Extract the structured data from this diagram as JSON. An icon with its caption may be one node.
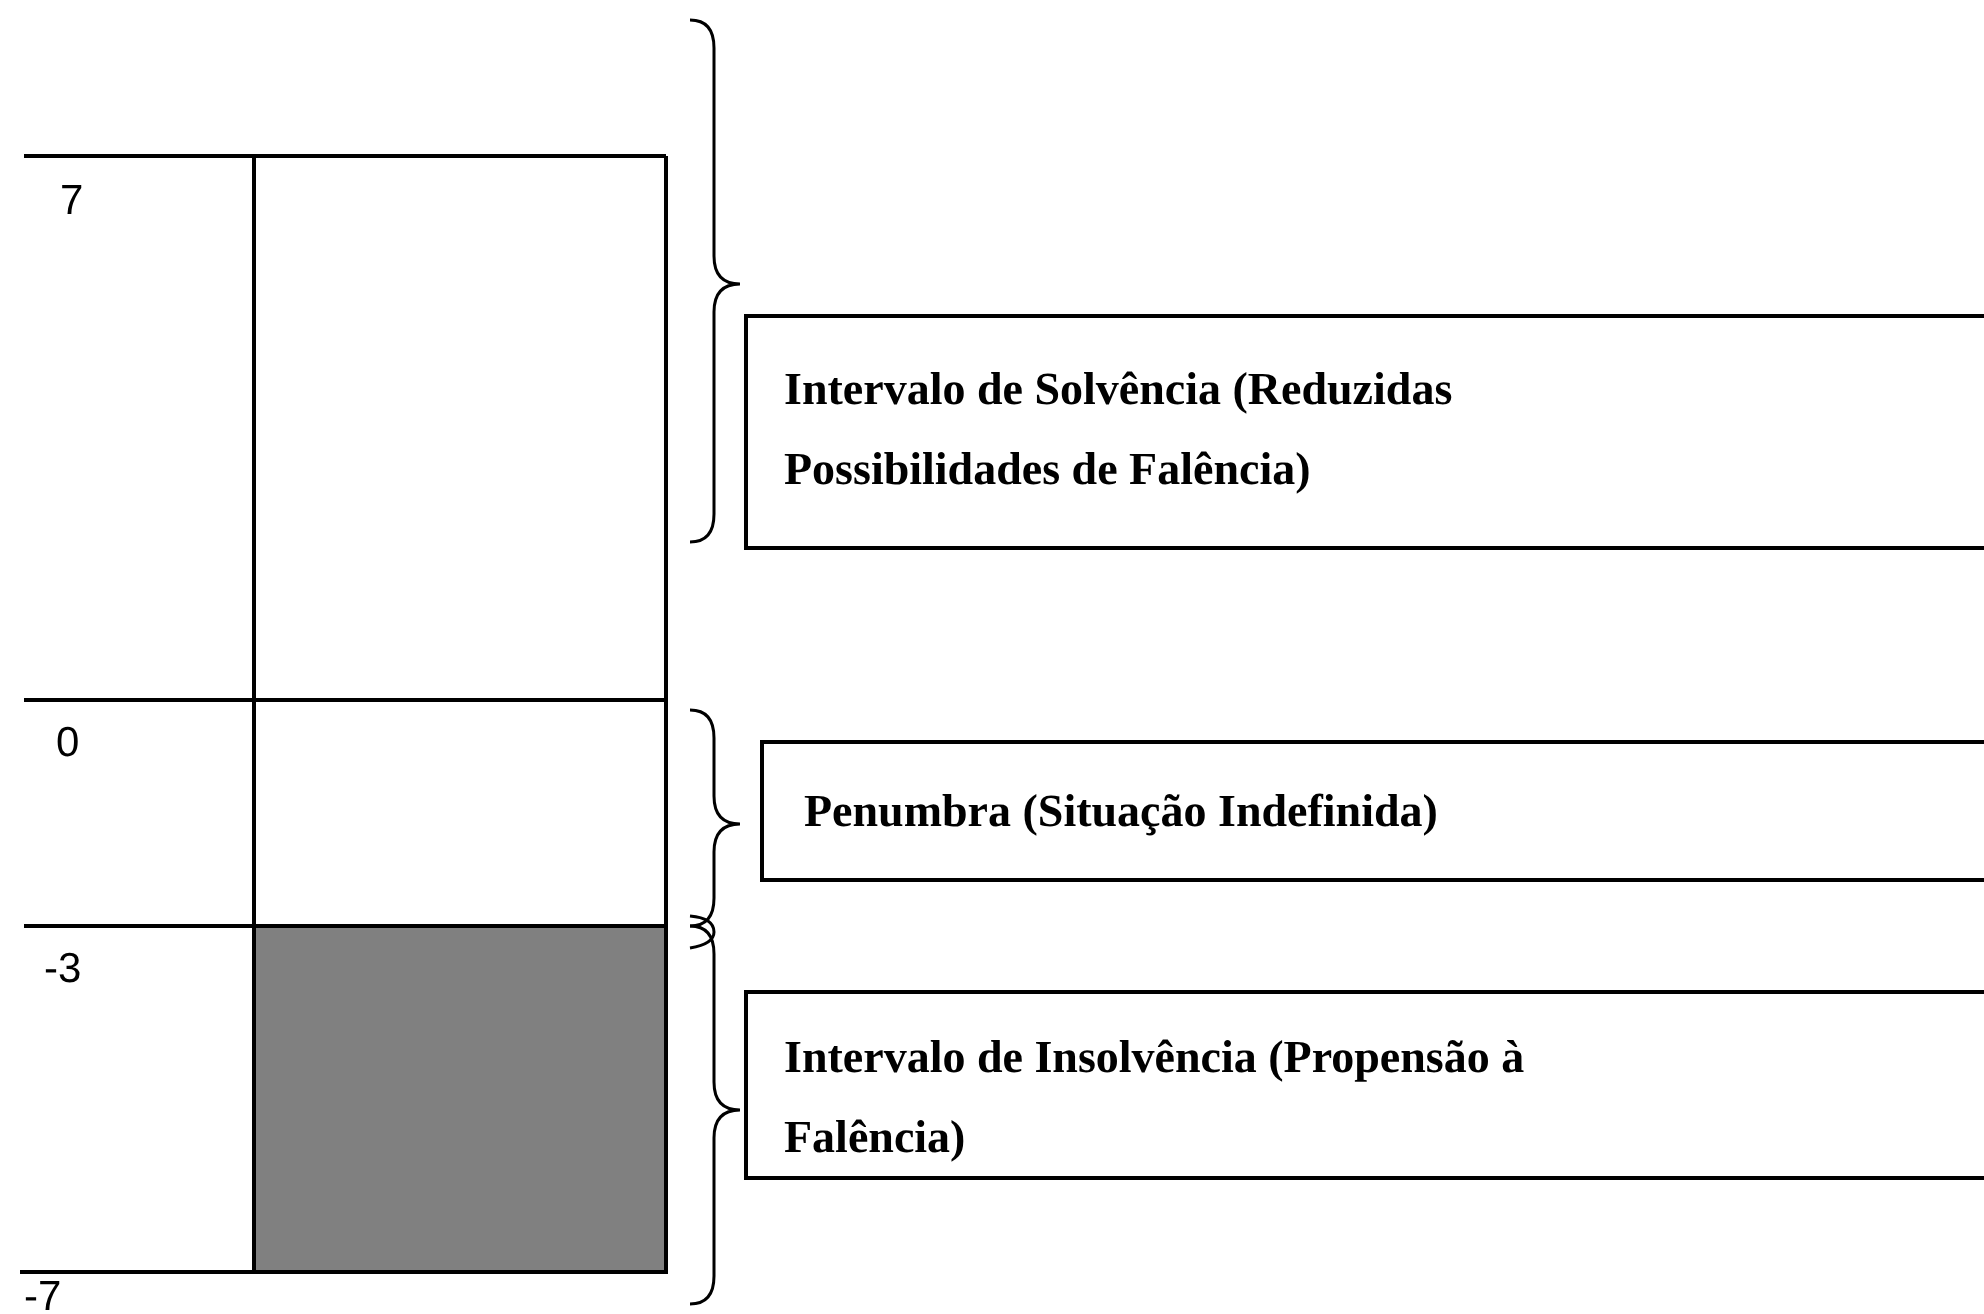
{
  "diagram": {
    "nodes": [
      {
        "text": [
          "Intervalo de Solvência (Reduzidas Possibilidades de Falência)"
        ]
      },
      {
        "text": [
          "Penumbra (Situação Indefinida)"
        ]
      },
      {
        "text": [
          "Intervalo de Insolvência (Propensão à Falência)"
        ]
      }
    ],
    "labels": [
      "7",
      "0",
      "-3",
      "-7"
    ]
  }
}
